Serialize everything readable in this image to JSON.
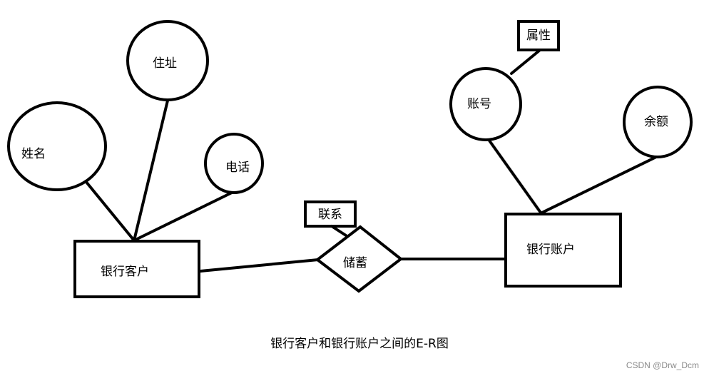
{
  "entities": {
    "customer": "银行客户",
    "account": "银行账户"
  },
  "relationship": {
    "name": "储蓄",
    "note": "联系"
  },
  "customer_attributes": {
    "name": "姓名",
    "address": "住址",
    "phone": "电话"
  },
  "account_attributes": {
    "number": "账号",
    "balance": "余额"
  },
  "attribute_note": "属性",
  "caption": "银行客户和银行账户之间的E-R图",
  "watermark": "CSDN @Drw_Dcm"
}
